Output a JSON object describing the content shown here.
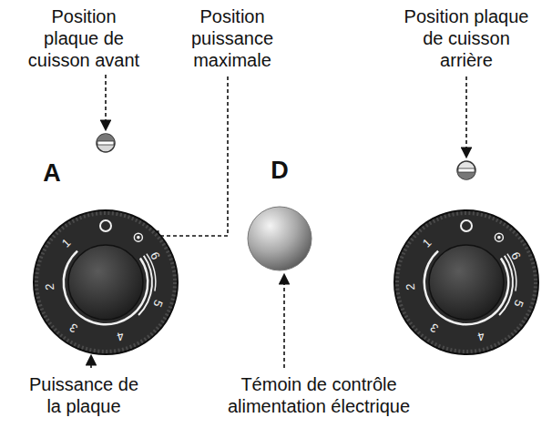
{
  "diagram": {
    "labels": [
      "Position plaque de cuisson avant",
      "Position puissance maximale",
      "Position plaque de cuisson arrière",
      "A",
      "D",
      "1",
      "2",
      "3",
      "4",
      "5",
      "6",
      "1",
      "2",
      "3",
      "4",
      "5",
      "6",
      "Puissance de la plaque",
      "Témoin de contrôle alimentation électrique"
    ]
  }
}
